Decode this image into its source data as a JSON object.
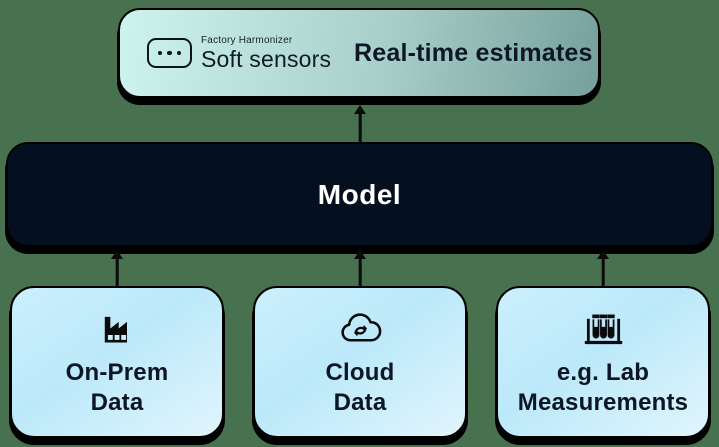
{
  "page": {
    "background_color": "#48714f"
  },
  "output_box": {
    "logo_caption": "Factory Harmonizer",
    "logo_title": "Soft sensors",
    "headline": "Real-time estimates",
    "logo_icon": "three-dots-chip-icon",
    "gradient_start": "#cdf4ed",
    "gradient_end": "#76a09c"
  },
  "model_box": {
    "label": "Model",
    "background": "#04101f",
    "text_color": "#ffffff"
  },
  "source_boxes": [
    {
      "icon": "factory-icon",
      "label": "On-Prem\nData"
    },
    {
      "icon": "cloud-sync-icon",
      "label": "Cloud\nData"
    },
    {
      "icon": "test-tubes-icon",
      "label": "e.g. Lab\nMeasurements"
    }
  ],
  "source_box_style": {
    "gradient_start": "#cbeffc",
    "gradient_end": "#e1f5fd",
    "border_color": "#000000"
  }
}
